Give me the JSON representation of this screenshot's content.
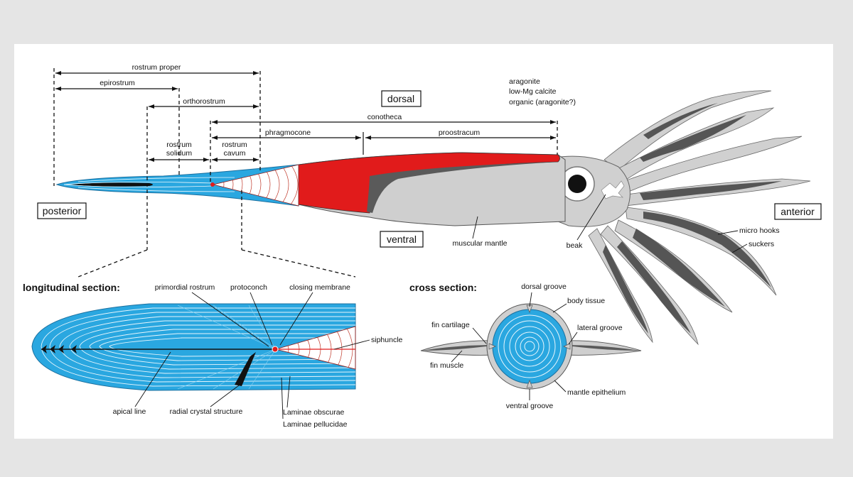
{
  "labels": {
    "rostrum_proper": "rostrum proper",
    "epirostrum": "epirostrum",
    "orthorostrum": "orthorostrum",
    "conotheca": "conotheca",
    "phragmocone": "phragmocone",
    "proostracum": "proostracum",
    "rostrum_solidum": [
      "rostrum",
      "solidum"
    ],
    "rostrum_cavum": [
      "rostrum",
      "cavum"
    ],
    "dorsal": "dorsal",
    "ventral": "ventral",
    "posterior": "posterior",
    "anterior": "anterior",
    "muscular_mantle": "muscular mantle",
    "beak": "beak",
    "micro_hooks": "micro hooks",
    "suckers": "suckers"
  },
  "legend": [
    {
      "text": "aragonite",
      "color": "#e11b1b"
    },
    {
      "text": "low-Mg calcite",
      "color": "#2aa7e0"
    },
    {
      "text": "organic (aragonite?)",
      "color": "#111111"
    }
  ],
  "longitudinal": {
    "heading": "longitudinal section:",
    "primordial_rostrum": "primordial rostrum",
    "protoconch": "protoconch",
    "closing_membrane": "closing membrane",
    "siphuncle": "siphuncle",
    "apical_line": "apical line",
    "radial_crystal_structure": "radial crystal structure",
    "laminae_obscurae": "Laminae obscurae",
    "laminae_pellucidae": "Laminae pellucidae"
  },
  "cross": {
    "heading": "cross section:",
    "dorsal_groove": "dorsal groove",
    "body_tissue": "body tissue",
    "fin_cartilage": "fin cartilage",
    "lateral_groove": "lateral groove",
    "fin_muscle": "fin muscle",
    "mantle_epithelium": "mantle epithelium",
    "ventral_groove": "ventral groove"
  },
  "colors": {
    "aragonite": "#e11b1b",
    "calcite": "#2aa7e0",
    "tissue": "#cfcfcf",
    "dark": "#5a5a5a"
  }
}
